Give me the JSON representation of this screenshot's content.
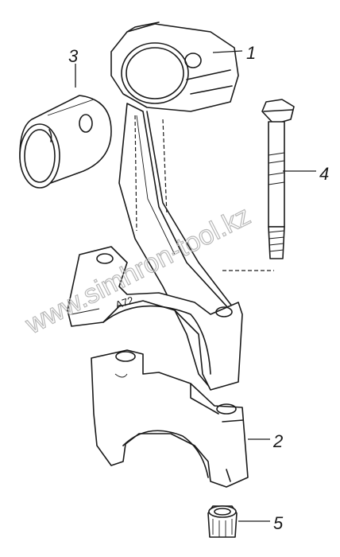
{
  "callouts": [
    {
      "id": "1",
      "label": "1"
    },
    {
      "id": "2",
      "label": "2"
    },
    {
      "id": "3",
      "label": "3"
    },
    {
      "id": "4",
      "label": "4"
    },
    {
      "id": "5",
      "label": "5"
    }
  ],
  "watermark": "www.simhron-tool.kz",
  "marking": "A72"
}
